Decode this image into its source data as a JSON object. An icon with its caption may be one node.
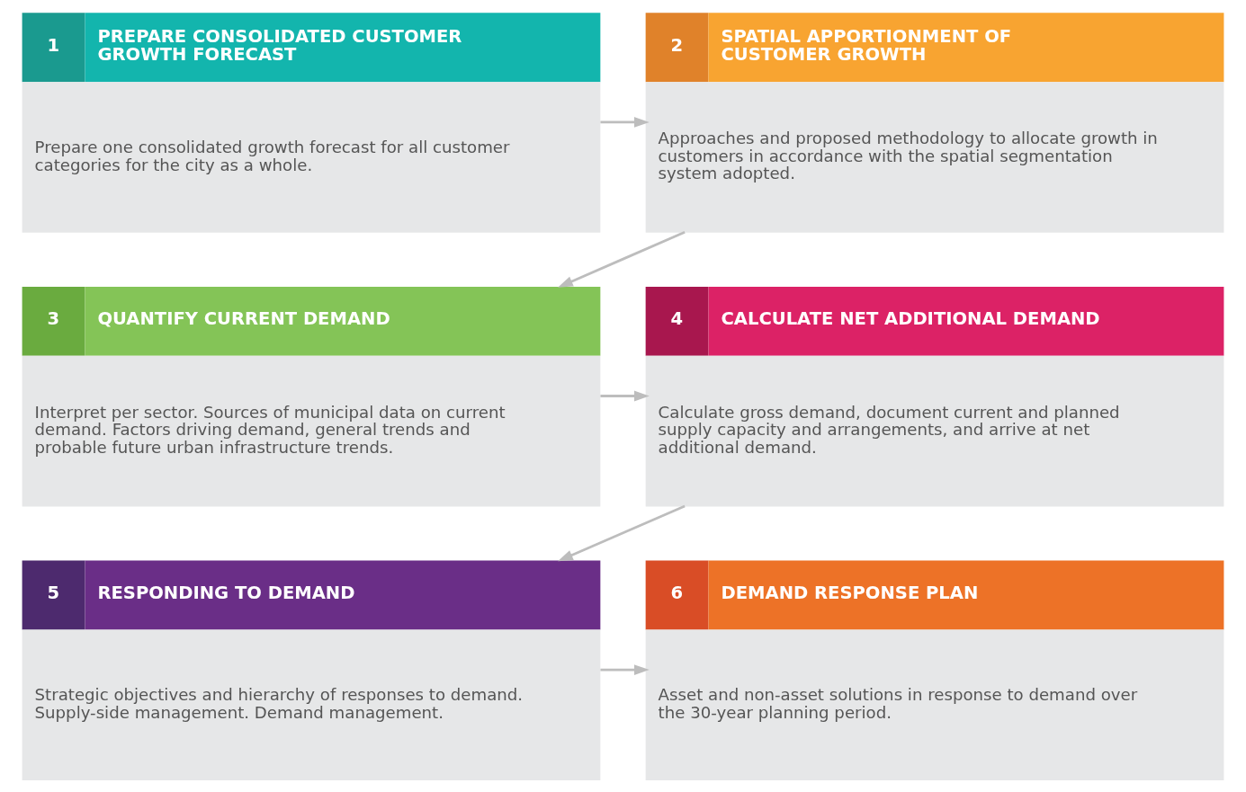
{
  "diagram": {
    "nodes": [
      {
        "text": [
          "1",
          "PREPARE CONSOLIDATED CUSTOMER GROWTH FORECAST",
          "Prepare one consolidated growth forecast for all customer categories for the city as a whole."
        ]
      },
      {
        "text": [
          "2",
          "SPATIAL APPORTIONMENT OF CUSTOMER GROWTH",
          "Approaches and proposed methodology to allocate growth in customers in accordance with the spatial segmentation system adopted."
        ]
      },
      {
        "text": [
          "3",
          "QUANTIFY CURRENT DEMAND",
          "Interpret per sector. Sources of municipal data on current demand. Factors driving demand, general trends and probable future urban infrastructure trends."
        ]
      },
      {
        "text": [
          "4",
          "CALCULATE NET ADDITIONAL DEMAND",
          "Calculate gross demand, document current and planned supply capacity and arrangements, and arrive at net additional demand."
        ]
      },
      {
        "text": [
          "5",
          "RESPONDING TO DEMAND",
          "Strategic objectives and hierarchy of responses to demand. Supply-side management. Demand management."
        ]
      },
      {
        "text": [
          "6",
          "DEMAND RESPONSE PLAN",
          "Asset and non-asset solutions in response to demand over the 30-year planning period."
        ]
      }
    ],
    "edges": [
      {
        "from": 0,
        "to": 1,
        "arrow": "to"
      },
      {
        "from": 1,
        "to": 2,
        "arrow": "to"
      },
      {
        "from": 2,
        "to": 3,
        "arrow": "to"
      },
      {
        "from": 3,
        "to": 4,
        "arrow": "to"
      },
      {
        "from": 4,
        "to": 5,
        "arrow": "to"
      }
    ]
  }
}
